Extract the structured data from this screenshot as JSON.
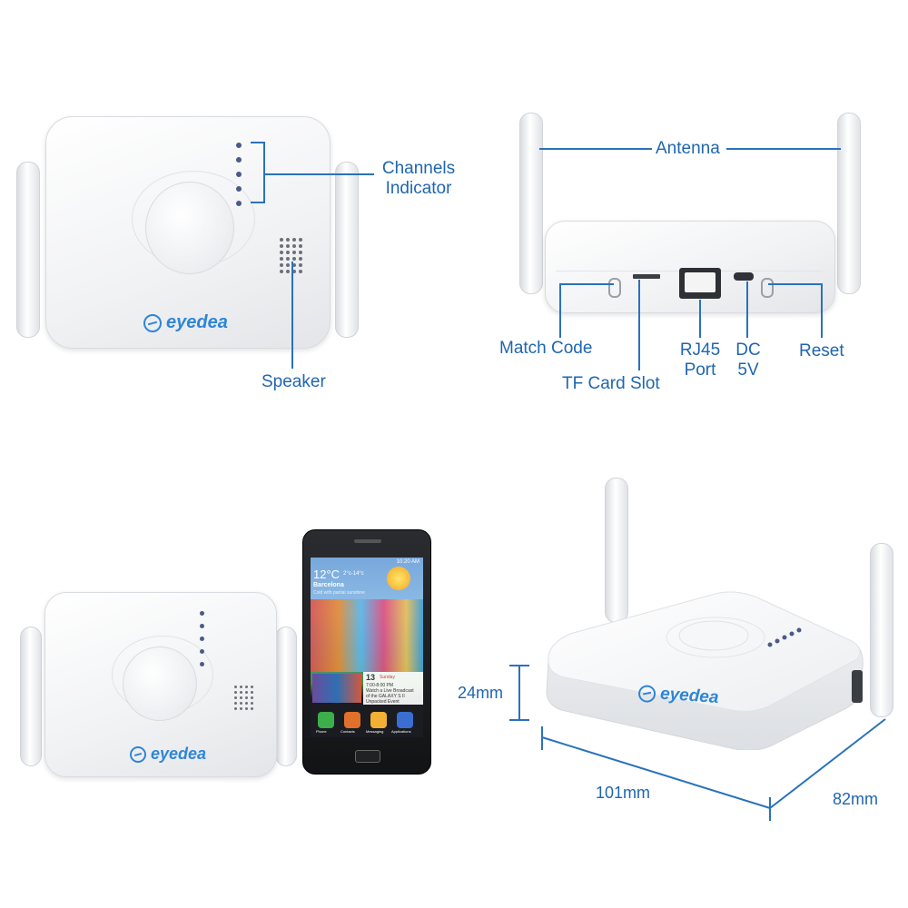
{
  "labels": {
    "channels_indicator_1": "Channels",
    "channels_indicator_2": "Indicator",
    "speaker": "Speaker",
    "antenna": "Antenna",
    "match_code": "Match Code",
    "tf_card_slot": "TF Card Slot",
    "rj45_1": "RJ45",
    "rj45_2": "Port",
    "dc_1": "DC",
    "dc_2": "5V",
    "reset": "Reset"
  },
  "brand": {
    "logo_text": "eyedea"
  },
  "dimensions": {
    "height": "24mm",
    "width": "101mm",
    "depth": "82mm"
  },
  "phone": {
    "time": "10:20 AM",
    "temp": "12°C",
    "temp_range": "2°c-14°c",
    "city": "Barcelona",
    "weather": "Cold with partial sunshine",
    "day": "13",
    "weekday": "Sunday",
    "event_time": "7:00-8:00 PM",
    "event_1": "Watch a Live Broadcast",
    "event_2": "of the GALAXY S II",
    "event_3": "Unpacked Event",
    "apps": [
      "Phone",
      "Contacts",
      "Messaging",
      "Applications"
    ]
  },
  "colors": {
    "accent": "#1f66b0",
    "logo": "#2f86d6"
  }
}
